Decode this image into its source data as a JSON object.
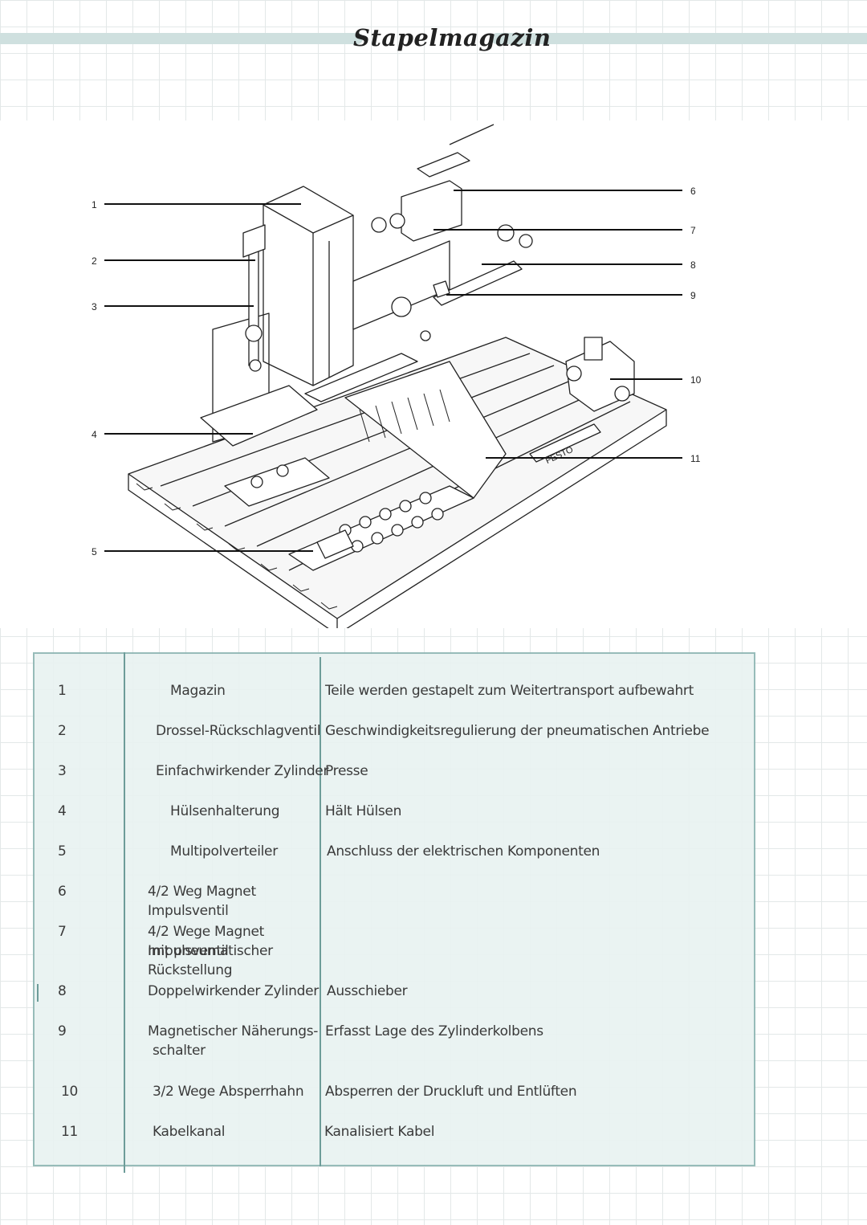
{
  "page": {
    "title": "Stapelmagazin",
    "accent_color": "#cfe0df",
    "table_border_color": "#8fb7b4"
  },
  "figure": {
    "callouts": [
      "1",
      "2",
      "3",
      "4",
      "5",
      "6",
      "7",
      "8",
      "9",
      "10",
      "11"
    ],
    "brand_text": "FESTO"
  },
  "table": {
    "rows": [
      {
        "num": "1",
        "name": "Magazin",
        "desc": "Teile werden gestapelt zum Weitertransport aufbewahrt"
      },
      {
        "num": "2",
        "name": "Drossel-Rückschlagventil",
        "desc": "Geschwindigkeitsregulierung der pneumatischen Antriebe"
      },
      {
        "num": "3",
        "name": "Einfachwirkender Zylinder",
        "desc": "Presse"
      },
      {
        "num": "4",
        "name": "Hülsenhalterung",
        "desc": "Hält Hülsen"
      },
      {
        "num": "5",
        "name": "Multipolverteiler",
        "desc": "Anschluss der elektrischen Komponenten"
      },
      {
        "num": "6",
        "name": "4/2 Weg Magnet Impulsventil",
        "desc": ""
      },
      {
        "num": "7",
        "name": "4/2 Wege Magnet Impulsventil",
        "name2": "mit pneumatischer Rückstellung",
        "desc": ""
      },
      {
        "num": "8",
        "name": "Doppelwirkender Zylinder",
        "desc": "Ausschieber"
      },
      {
        "num": "9",
        "name": "Magnetischer Näherungs-",
        "name2": "schalter",
        "desc": "Erfasst Lage des Zylinderkolbens"
      },
      {
        "num": "10",
        "name": "3/2 Wege Absperrhahn",
        "desc": "Absperren der Druckluft und Entlüften"
      },
      {
        "num": "11",
        "name": "Kabelkanal",
        "desc": "Kanalisiert Kabel"
      }
    ]
  }
}
